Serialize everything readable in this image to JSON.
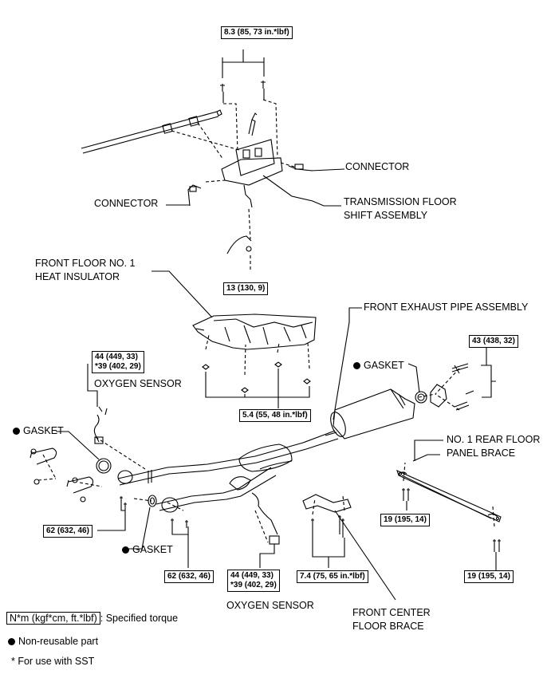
{
  "callouts": {
    "connector_right": "CONNECTOR",
    "connector_left": "CONNECTOR",
    "shift_assembly": [
      "TRANSMISSION FLOOR",
      "SHIFT ASSEMBLY"
    ],
    "heat_insulator": [
      "FRONT FLOOR NO. 1",
      "HEAT INSULATOR"
    ],
    "exhaust_pipe": "FRONT EXHAUST PIPE ASSEMBLY",
    "gasket_right": "GASKET",
    "oxygen_sensor_upper": "OXYGEN SENSOR",
    "gasket_left": "GASKET",
    "rear_brace": [
      "NO. 1 REAR FLOOR",
      "PANEL BRACE"
    ],
    "gasket_lower": "GASKET",
    "oxygen_sensor_lower": "OXYGEN SENSOR",
    "center_brace": [
      "FRONT CENTER",
      "FLOOR BRACE"
    ]
  },
  "torques": {
    "shift_bolts": "8.3 (85, 73 in.*lbf)",
    "shift_nut": "13 (130, 9)",
    "insulator_nuts": "5.4 (55, 48 in.*lbf)",
    "sensor_upper": [
      "44 (449, 33)",
      "*39 (402, 29)"
    ],
    "flange_bolts": "43 (438, 32)",
    "front_left_nuts": "62 (632, 46)",
    "front_mid_nuts": "62 (632, 46)",
    "sensor_lower": [
      "44 (449, 33)",
      "*39 (402, 29)"
    ],
    "center_brace_bolts": "7.4 (75, 65 in.*lbf)",
    "rear_brace_left": "19 (195, 14)",
    "rear_brace_right": "19 (195, 14)"
  },
  "legend": {
    "units_box": "N*m (kgf*cm, ft.*lbf)",
    "units_text": ": Specified torque",
    "non_reusable": "Non-reusable part",
    "sst_note": "* For use with SST"
  }
}
